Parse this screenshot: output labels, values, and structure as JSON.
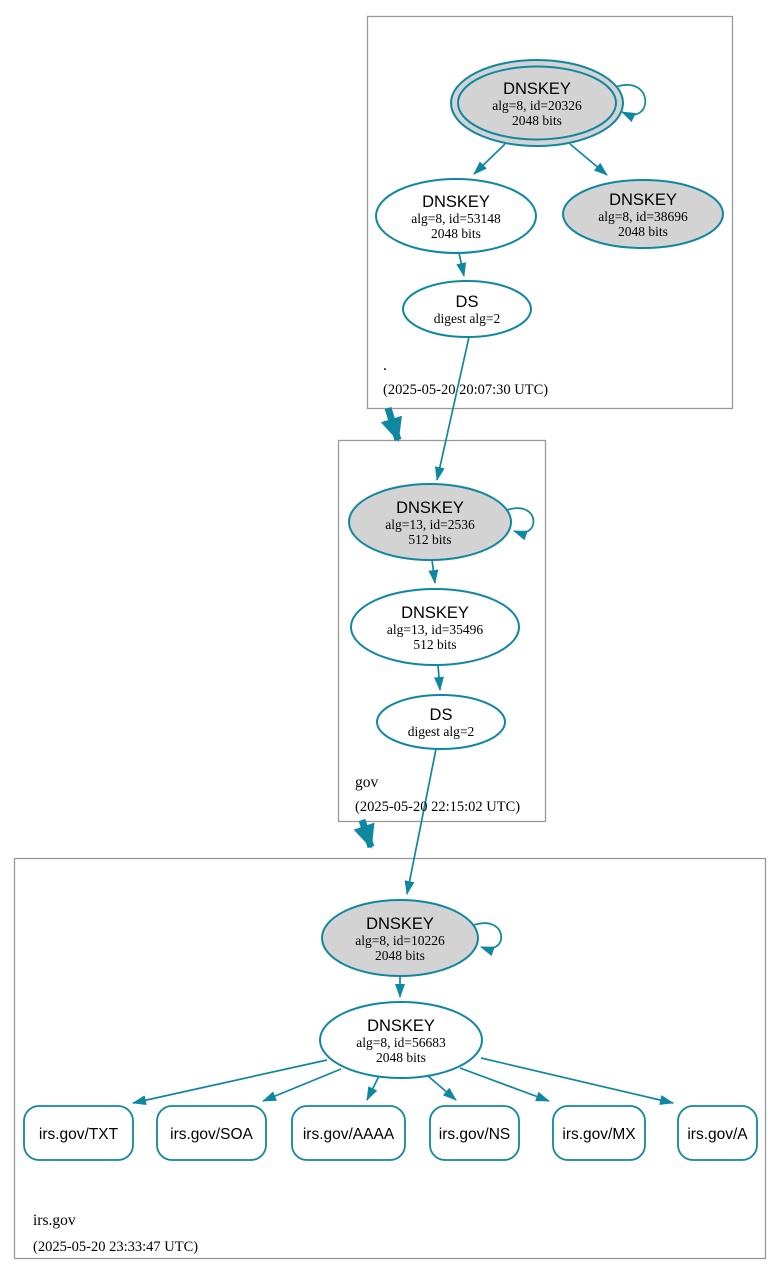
{
  "colors": {
    "edge_secure": "#0f87a0",
    "ksk_fill": "#d3d3d3",
    "node_fill": "#ffffff",
    "zone_box_border": "#999999",
    "text": "#000000"
  },
  "zones": [
    {
      "name": ".",
      "timestamp": "(2025-05-20 20:07:30 UTC)",
      "ksk": {
        "title": "DNSKEY",
        "line2": "alg=8, id=20326",
        "line3": "2048 bits"
      },
      "zsk": {
        "title": "DNSKEY",
        "line2": "alg=8, id=53148",
        "line3": "2048 bits"
      },
      "extra": {
        "title": "DNSKEY",
        "line2": "alg=8, id=38696",
        "line3": "2048 bits"
      },
      "ds": {
        "title": "DS",
        "line2": "digest alg=2"
      }
    },
    {
      "name": "gov",
      "timestamp": "(2025-05-20 22:15:02 UTC)",
      "ksk": {
        "title": "DNSKEY",
        "line2": "alg=13, id=2536",
        "line3": "512 bits"
      },
      "zsk": {
        "title": "DNSKEY",
        "line2": "alg=13, id=35496",
        "line3": "512 bits"
      },
      "ds": {
        "title": "DS",
        "line2": "digest alg=2"
      }
    },
    {
      "name": "irs.gov",
      "timestamp": "(2025-05-20 23:33:47 UTC)",
      "ksk": {
        "title": "DNSKEY",
        "line2": "alg=8, id=10226",
        "line3": "2048 bits"
      },
      "zsk": {
        "title": "DNSKEY",
        "line2": "alg=8, id=56683",
        "line3": "2048 bits"
      },
      "records": [
        "irs.gov/TXT",
        "irs.gov/SOA",
        "irs.gov/AAAA",
        "irs.gov/NS",
        "irs.gov/MX",
        "irs.gov/A"
      ]
    }
  ]
}
